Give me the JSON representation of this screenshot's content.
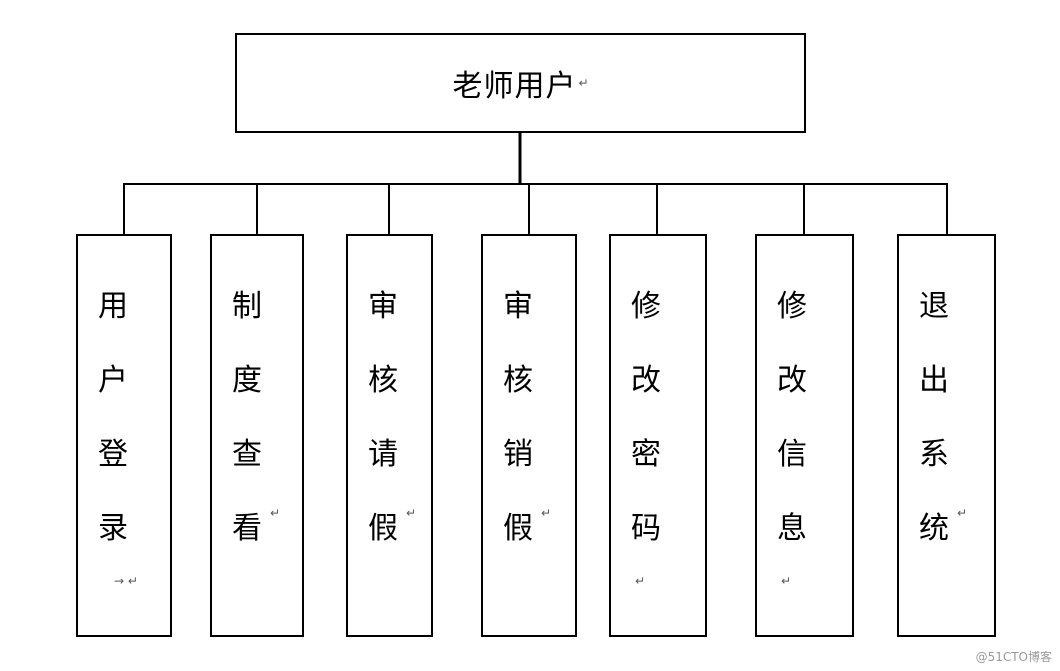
{
  "root": {
    "label": "老师用户"
  },
  "children": [
    {
      "label": "用户登录",
      "mark": "→ ↵"
    },
    {
      "label": "制度查看",
      "mark": "↵"
    },
    {
      "label": "审核请假",
      "mark": "↵"
    },
    {
      "label": "审核销假",
      "mark": "↵"
    },
    {
      "label": "修改密码",
      "mark": "↵"
    },
    {
      "label": "修改信息",
      "mark": "↵"
    },
    {
      "label": "退出系统",
      "mark": "↵"
    }
  ],
  "paragraph_mark": "↵",
  "watermark": "@51CTO博客"
}
